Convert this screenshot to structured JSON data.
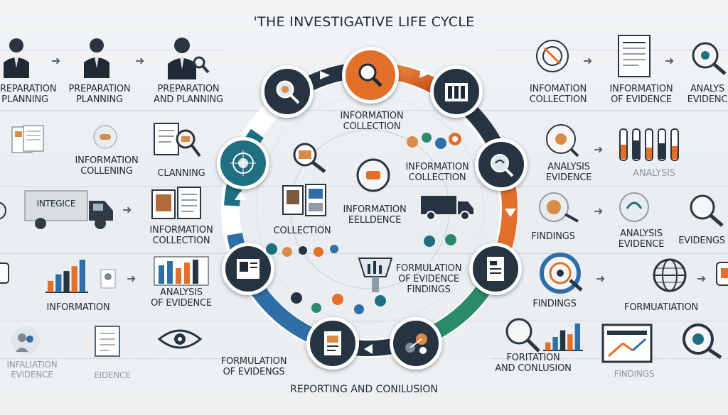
{
  "title": "'THE INVESTIGATIVE LIFE CYCLE",
  "footer": "REPORTING AND CONILUSION",
  "left_labels": {
    "l1": "REPARATION\nPLANNING",
    "l2": "PREPARATION\nPLANNING",
    "l3": "PREPARATION\nAND PLANNING",
    "l4": "INFORMATION\nCOLLENING",
    "l5": "CLANNING",
    "truck": "INTEGICE",
    "l6": "INFORMATION\nCOLLECTION",
    "l7": "ANALYSIS\nOF EVIDENCE",
    "l8": "INFORMATION",
    "l9": "INFALIATION\nEVIDENCE",
    "l10": "EIDENCE"
  },
  "center_labels": {
    "c1": "INFORMATION\nCOLLECTION",
    "c2": "INFORMATION\nCOLLECTION",
    "c3": "INFORMATION\nEELLDENCE",
    "c4": "COLLECTION",
    "c5": "FORMULATION\nOF EVIDENCE\nFINDINGS",
    "c6": "FORMULATION\nOF EVIDENGS"
  },
  "right_labels": {
    "r1": "INFOMATION\nCOLLECTION",
    "r2": "INFORMATION\nOF EVIDENCE",
    "r3": "ANALYS\nEVIDENC",
    "r4": "ANALYSIS\nEVIDENCE",
    "r5": "ANALYSIS",
    "r6": "FINDINGS",
    "r7": "ANALYSIS\nEVIDENCE",
    "r8": "EVIDENGS",
    "r9": "FINDINGS",
    "r10": "FORMUATIATION",
    "r11": "FORITATION\nAND CONLUSION",
    "r12": "FINDINGS"
  },
  "colors": {
    "navy": "#263442",
    "orange": "#e2702a",
    "teal": "#1e6f80",
    "blue": "#2f6fa8",
    "green": "#2b8a6a"
  },
  "bar_chart_left": {
    "values": [
      0.35,
      0.55,
      0.65,
      0.8,
      1.0
    ]
  },
  "bar_chart_right": {
    "values": [
      0.3,
      0.5,
      0.75,
      0.6,
      1.0
    ]
  }
}
